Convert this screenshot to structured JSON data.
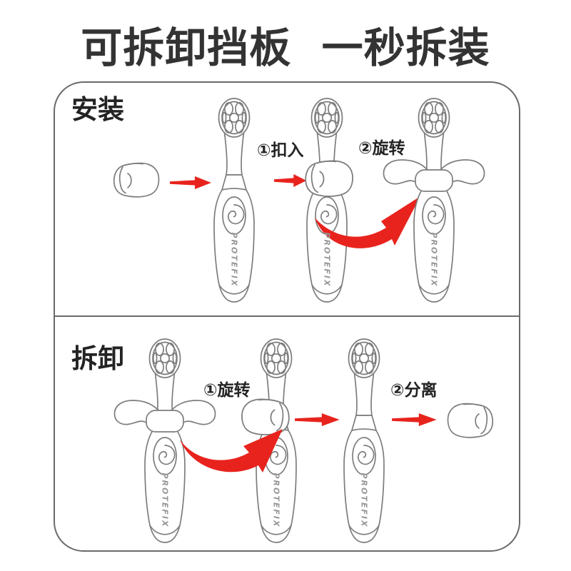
{
  "title": "可拆卸挡板  一秒拆装",
  "brand_label": "PROTEFIX",
  "sections": {
    "install": {
      "label": "安装",
      "step1": "①扣入",
      "step2": "②旋转"
    },
    "remove": {
      "label": "拆卸",
      "step1": "①旋转",
      "step2": "②分离"
    }
  },
  "colors": {
    "accent_red": "#e8231d",
    "line_gray": "#7d7d7d",
    "text_dark": "#232323",
    "panel_border": "#6a6a6a"
  }
}
